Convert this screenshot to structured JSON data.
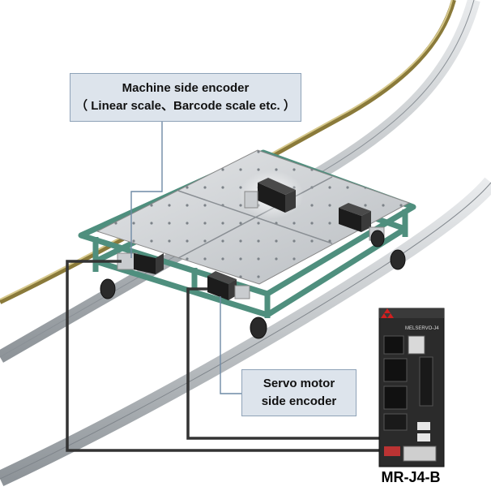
{
  "callouts": {
    "machine_side": {
      "line1": "Machine side encoder",
      "line2": "（ Linear scale、Barcode scale etc. ）"
    },
    "servo_side": {
      "line1": "Servo motor",
      "line2": "side encoder"
    }
  },
  "amplifier": {
    "model": "MR-J4-B",
    "panel_text": "MELSERVO-J4"
  },
  "colors": {
    "frame": "#4f8f7e",
    "rail": "#c4c7ca",
    "cable": "#333333",
    "callout_bg": "#dde4ec",
    "amplifier": "#2b2b2b"
  }
}
